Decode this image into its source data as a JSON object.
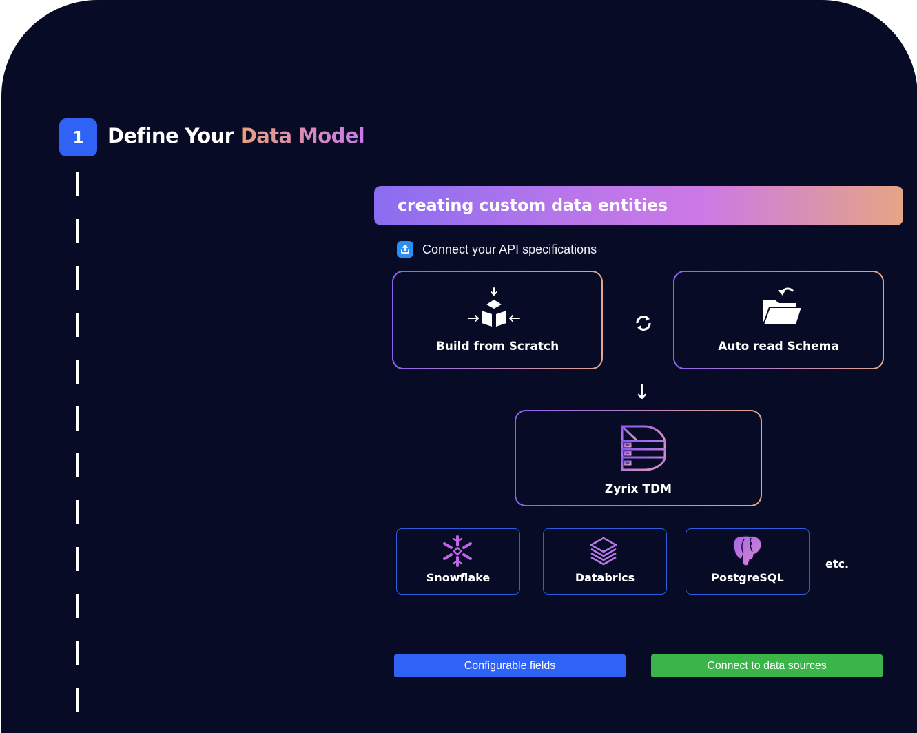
{
  "step": {
    "number": "1",
    "title_prefix": "Define Your",
    "title_highlight": "Data Model"
  },
  "banner": {
    "text": "creating custom data entities"
  },
  "connect": {
    "text": "Connect your API specifications",
    "icon": "upload-icon"
  },
  "boxes": {
    "scratch": {
      "label": "Build from Scratch",
      "icon": "cube-assemble-icon"
    },
    "schema": {
      "label": "Auto read Schema",
      "icon": "folder-refresh-icon"
    },
    "center_icon": "sync-icon",
    "down_arrow": "↓",
    "tdm": {
      "label": "Zyrix TDM",
      "icon": "database-server-icon"
    }
  },
  "sources": [
    {
      "label": "Snowflake",
      "icon": "snowflake-icon"
    },
    {
      "label": "Databrics",
      "icon": "databricks-icon"
    },
    {
      "label": "PostgreSQL",
      "icon": "postgresql-icon"
    }
  ],
  "etc": "etc.",
  "pills": {
    "configurable": {
      "label": "Configurable fields",
      "color": "#2f62f5"
    },
    "connect": {
      "label": "Connect to data sources",
      "color": "#3bb54a"
    }
  },
  "colors": {
    "background": "#070b25",
    "badge": "#2f62f5",
    "gradient_start": "#8b63f2",
    "gradient_end": "#e5a58a",
    "source_border": "#2e5de0"
  }
}
